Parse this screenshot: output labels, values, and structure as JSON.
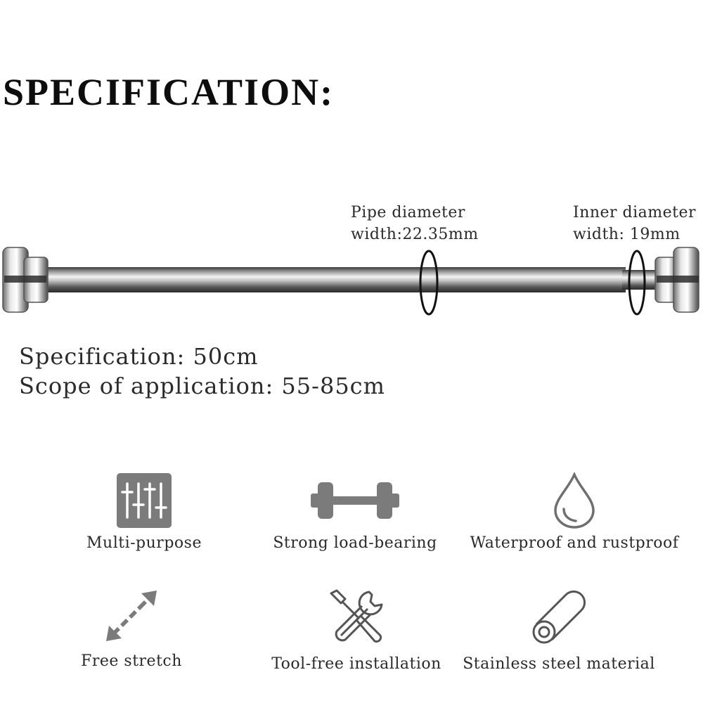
{
  "title": "SPECIFICATION:",
  "callouts": {
    "pipe": {
      "line1": "Pipe diameter",
      "line2": "width:22.35mm"
    },
    "inner": {
      "line1": "Inner diameter",
      "line2": "width: 19mm"
    }
  },
  "specs": {
    "length": "Specification: 50cm",
    "scope": "Scope of application: 55-85cm"
  },
  "features": [
    {
      "label": "Multi-purpose",
      "icon": "sliders-icon"
    },
    {
      "label": "Strong load-bearing",
      "icon": "dumbbell-icon"
    },
    {
      "label": "Waterproof and rustproof",
      "icon": "water-drop-icon"
    },
    {
      "label": "Free stretch",
      "icon": "diagonal-arrow-icon"
    },
    {
      "label": "Tool-free installation",
      "icon": "wrench-screwdriver-icon"
    },
    {
      "label": "Stainless steel material",
      "icon": "steel-roll-icon"
    }
  ],
  "colors": {
    "icon_gray": "#7b7b7b",
    "text": "#2a2a2a"
  }
}
